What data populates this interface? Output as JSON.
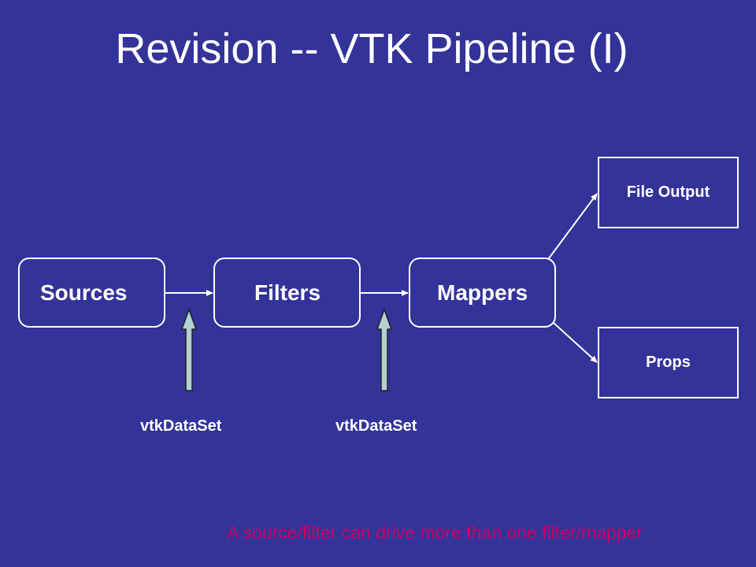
{
  "title": "Revision -- VTK Pipeline (I)",
  "nodes": {
    "sources": "Sources",
    "filters": "Filters",
    "mappers": "Mappers",
    "file_output": "File Output",
    "props": "Props"
  },
  "data_labels": {
    "first": "vtkDataSet",
    "second": "vtkDataSet"
  },
  "note": "A source/filter can drive more than one filter/mapper",
  "colors": {
    "background": "#333399",
    "foreground": "#ffffff",
    "note": "#cc0066",
    "data_arrow_fill": "#b3d1d1"
  }
}
